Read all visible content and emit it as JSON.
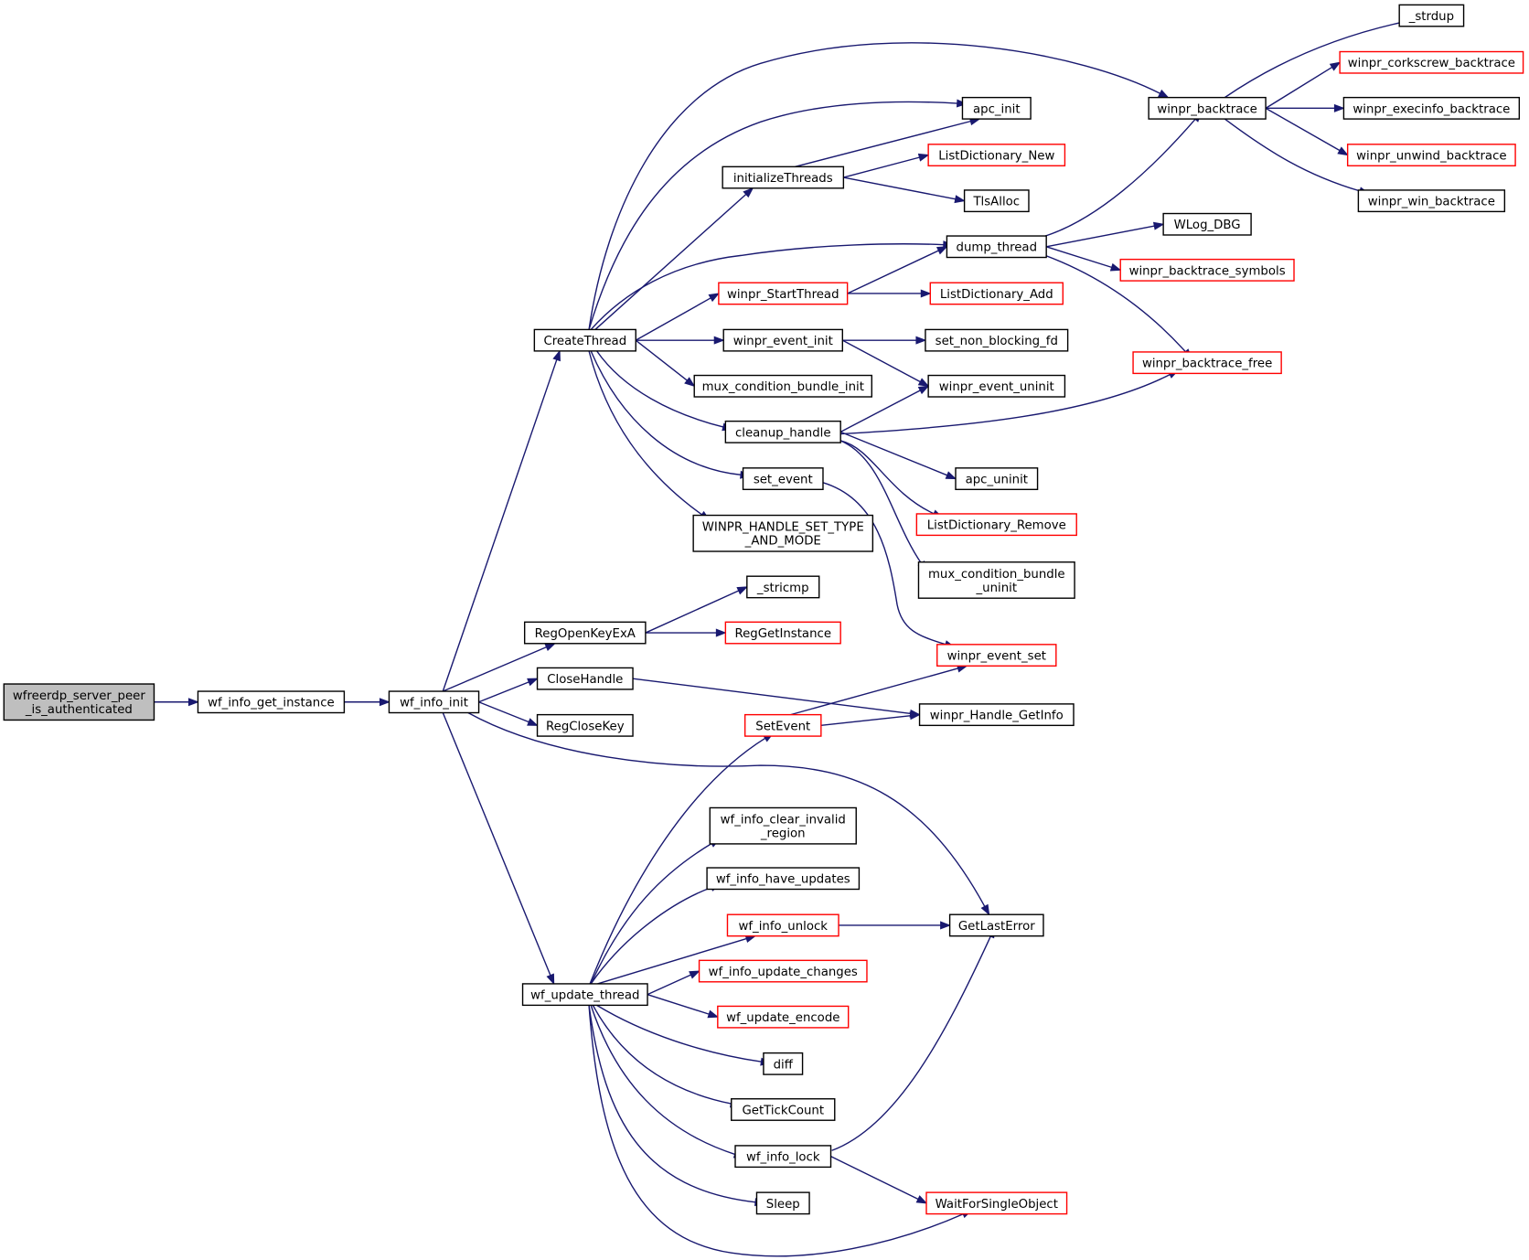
{
  "graph": {
    "colors": {
      "edge": "#191970",
      "root_fill": "#bfbfbf",
      "node_border": "#000000",
      "highlight_border": "#ff0000"
    },
    "nodes": [
      {
        "id": "root",
        "lines": [
          "wfreerdp_server_peer",
          "_is_authenticated"
        ],
        "root": true
      },
      {
        "id": "wf_info_get_instance",
        "lines": [
          "wf_info_get_instance"
        ]
      },
      {
        "id": "wf_info_init",
        "lines": [
          "wf_info_init"
        ]
      },
      {
        "id": "CreateThread",
        "lines": [
          "CreateThread"
        ]
      },
      {
        "id": "RegOpenKeyExA",
        "lines": [
          "RegOpenKeyExA"
        ]
      },
      {
        "id": "CloseHandle",
        "lines": [
          "CloseHandle"
        ]
      },
      {
        "id": "RegCloseKey",
        "lines": [
          "RegCloseKey"
        ]
      },
      {
        "id": "wf_update_thread",
        "lines": [
          "wf_update_thread"
        ]
      },
      {
        "id": "initializeThreads",
        "lines": [
          "initializeThreads"
        ]
      },
      {
        "id": "winpr_StartThread",
        "lines": [
          "winpr_StartThread"
        ],
        "red": true
      },
      {
        "id": "winpr_event_init",
        "lines": [
          "winpr_event_init"
        ]
      },
      {
        "id": "mux_condition_bundle_init",
        "lines": [
          "mux_condition_bundle_init"
        ]
      },
      {
        "id": "cleanup_handle",
        "lines": [
          "cleanup_handle"
        ]
      },
      {
        "id": "set_event",
        "lines": [
          "set_event"
        ]
      },
      {
        "id": "WINPR_HANDLE_SET_TYPE_AND_MODE",
        "lines": [
          "WINPR_HANDLE_SET_TYPE",
          "_AND_MODE"
        ]
      },
      {
        "id": "_stricmp",
        "lines": [
          "_stricmp"
        ]
      },
      {
        "id": "RegGetInstance",
        "lines": [
          "RegGetInstance"
        ],
        "red": true
      },
      {
        "id": "SetEvent",
        "lines": [
          "SetEvent"
        ],
        "red": true
      },
      {
        "id": "wf_info_clear_invalid_region",
        "lines": [
          "wf_info_clear_invalid",
          "_region"
        ]
      },
      {
        "id": "wf_info_have_updates",
        "lines": [
          "wf_info_have_updates"
        ]
      },
      {
        "id": "wf_info_unlock",
        "lines": [
          "wf_info_unlock"
        ],
        "red": true
      },
      {
        "id": "wf_info_update_changes",
        "lines": [
          "wf_info_update_changes"
        ],
        "red": true
      },
      {
        "id": "wf_update_encode",
        "lines": [
          "wf_update_encode"
        ],
        "red": true
      },
      {
        "id": "diff",
        "lines": [
          "diff"
        ]
      },
      {
        "id": "GetTickCount",
        "lines": [
          "GetTickCount"
        ]
      },
      {
        "id": "wf_info_lock",
        "lines": [
          "wf_info_lock"
        ]
      },
      {
        "id": "Sleep",
        "lines": [
          "Sleep"
        ]
      },
      {
        "id": "apc_init",
        "lines": [
          "apc_init"
        ]
      },
      {
        "id": "ListDictionary_New",
        "lines": [
          "ListDictionary_New"
        ],
        "red": true
      },
      {
        "id": "TlsAlloc",
        "lines": [
          "TlsAlloc"
        ]
      },
      {
        "id": "dump_thread",
        "lines": [
          "dump_thread"
        ]
      },
      {
        "id": "ListDictionary_Add",
        "lines": [
          "ListDictionary_Add"
        ],
        "red": true
      },
      {
        "id": "set_non_blocking_fd",
        "lines": [
          "set_non_blocking_fd"
        ]
      },
      {
        "id": "winpr_event_uninit",
        "lines": [
          "winpr_event_uninit"
        ]
      },
      {
        "id": "apc_uninit",
        "lines": [
          "apc_uninit"
        ]
      },
      {
        "id": "ListDictionary_Remove",
        "lines": [
          "ListDictionary_Remove"
        ],
        "red": true
      },
      {
        "id": "mux_condition_bundle_uninit",
        "lines": [
          "mux_condition_bundle",
          "_uninit"
        ]
      },
      {
        "id": "winpr_event_set",
        "lines": [
          "winpr_event_set"
        ],
        "red": true
      },
      {
        "id": "winpr_Handle_GetInfo",
        "lines": [
          "winpr_Handle_GetInfo"
        ]
      },
      {
        "id": "GetLastError",
        "lines": [
          "GetLastError"
        ]
      },
      {
        "id": "WaitForSingleObject",
        "lines": [
          "WaitForSingleObject"
        ],
        "red": true
      },
      {
        "id": "winpr_backtrace",
        "lines": [
          "winpr_backtrace"
        ]
      },
      {
        "id": "WLog_DBG",
        "lines": [
          "WLog_DBG"
        ]
      },
      {
        "id": "winpr_backtrace_symbols",
        "lines": [
          "winpr_backtrace_symbols"
        ],
        "red": true
      },
      {
        "id": "winpr_backtrace_free",
        "lines": [
          "winpr_backtrace_free"
        ],
        "red": true
      },
      {
        "id": "_strdup",
        "lines": [
          "_strdup"
        ]
      },
      {
        "id": "winpr_corkscrew_backtrace",
        "lines": [
          "winpr_corkscrew_backtrace"
        ],
        "red": true
      },
      {
        "id": "winpr_execinfo_backtrace",
        "lines": [
          "winpr_execinfo_backtrace"
        ]
      },
      {
        "id": "winpr_unwind_backtrace",
        "lines": [
          "winpr_unwind_backtrace"
        ],
        "red": true
      },
      {
        "id": "winpr_win_backtrace",
        "lines": [
          "winpr_win_backtrace"
        ]
      }
    ],
    "edges": [
      [
        "root",
        "wf_info_get_instance"
      ],
      [
        "wf_info_get_instance",
        "wf_info_init"
      ],
      [
        "wf_info_init",
        "CreateThread"
      ],
      [
        "wf_info_init",
        "RegOpenKeyExA"
      ],
      [
        "wf_info_init",
        "CloseHandle"
      ],
      [
        "wf_info_init",
        "RegCloseKey"
      ],
      [
        "wf_info_init",
        "GetLastError"
      ],
      [
        "wf_info_init",
        "wf_update_thread"
      ],
      [
        "CreateThread",
        "winpr_backtrace"
      ],
      [
        "CreateThread",
        "apc_init"
      ],
      [
        "CreateThread",
        "initializeThreads"
      ],
      [
        "CreateThread",
        "dump_thread"
      ],
      [
        "CreateThread",
        "winpr_StartThread"
      ],
      [
        "CreateThread",
        "winpr_event_init"
      ],
      [
        "CreateThread",
        "mux_condition_bundle_init"
      ],
      [
        "CreateThread",
        "cleanup_handle"
      ],
      [
        "CreateThread",
        "set_event"
      ],
      [
        "CreateThread",
        "WINPR_HANDLE_SET_TYPE_AND_MODE"
      ],
      [
        "initializeThreads",
        "apc_init"
      ],
      [
        "initializeThreads",
        "ListDictionary_New"
      ],
      [
        "initializeThreads",
        "TlsAlloc"
      ],
      [
        "winpr_StartThread",
        "dump_thread"
      ],
      [
        "winpr_StartThread",
        "ListDictionary_Add"
      ],
      [
        "winpr_event_init",
        "set_non_blocking_fd"
      ],
      [
        "winpr_event_init",
        "winpr_event_uninit"
      ],
      [
        "cleanup_handle",
        "winpr_event_uninit"
      ],
      [
        "cleanup_handle",
        "winpr_backtrace_free"
      ],
      [
        "cleanup_handle",
        "apc_uninit"
      ],
      [
        "cleanup_handle",
        "ListDictionary_Remove"
      ],
      [
        "cleanup_handle",
        "mux_condition_bundle_uninit"
      ],
      [
        "set_event",
        "winpr_event_set"
      ],
      [
        "dump_thread",
        "winpr_backtrace"
      ],
      [
        "dump_thread",
        "WLog_DBG"
      ],
      [
        "dump_thread",
        "winpr_backtrace_symbols"
      ],
      [
        "dump_thread",
        "winpr_backtrace_free"
      ],
      [
        "winpr_backtrace",
        "_strdup"
      ],
      [
        "winpr_backtrace",
        "winpr_corkscrew_backtrace"
      ],
      [
        "winpr_backtrace",
        "winpr_execinfo_backtrace"
      ],
      [
        "winpr_backtrace",
        "winpr_unwind_backtrace"
      ],
      [
        "winpr_backtrace",
        "winpr_win_backtrace"
      ],
      [
        "RegOpenKeyExA",
        "_stricmp"
      ],
      [
        "RegOpenKeyExA",
        "RegGetInstance"
      ],
      [
        "CloseHandle",
        "winpr_Handle_GetInfo"
      ],
      [
        "SetEvent",
        "winpr_event_set"
      ],
      [
        "SetEvent",
        "winpr_Handle_GetInfo"
      ],
      [
        "wf_update_thread",
        "SetEvent"
      ],
      [
        "wf_update_thread",
        "wf_info_clear_invalid_region"
      ],
      [
        "wf_update_thread",
        "wf_info_have_updates"
      ],
      [
        "wf_update_thread",
        "wf_info_unlock"
      ],
      [
        "wf_update_thread",
        "wf_info_update_changes"
      ],
      [
        "wf_update_thread",
        "wf_update_encode"
      ],
      [
        "wf_update_thread",
        "diff"
      ],
      [
        "wf_update_thread",
        "GetTickCount"
      ],
      [
        "wf_update_thread",
        "wf_info_lock"
      ],
      [
        "wf_update_thread",
        "Sleep"
      ],
      [
        "wf_update_thread",
        "WaitForSingleObject"
      ],
      [
        "wf_info_unlock",
        "GetLastError"
      ],
      [
        "wf_info_lock",
        "GetLastError"
      ],
      [
        "wf_info_lock",
        "WaitForSingleObject"
      ]
    ]
  }
}
